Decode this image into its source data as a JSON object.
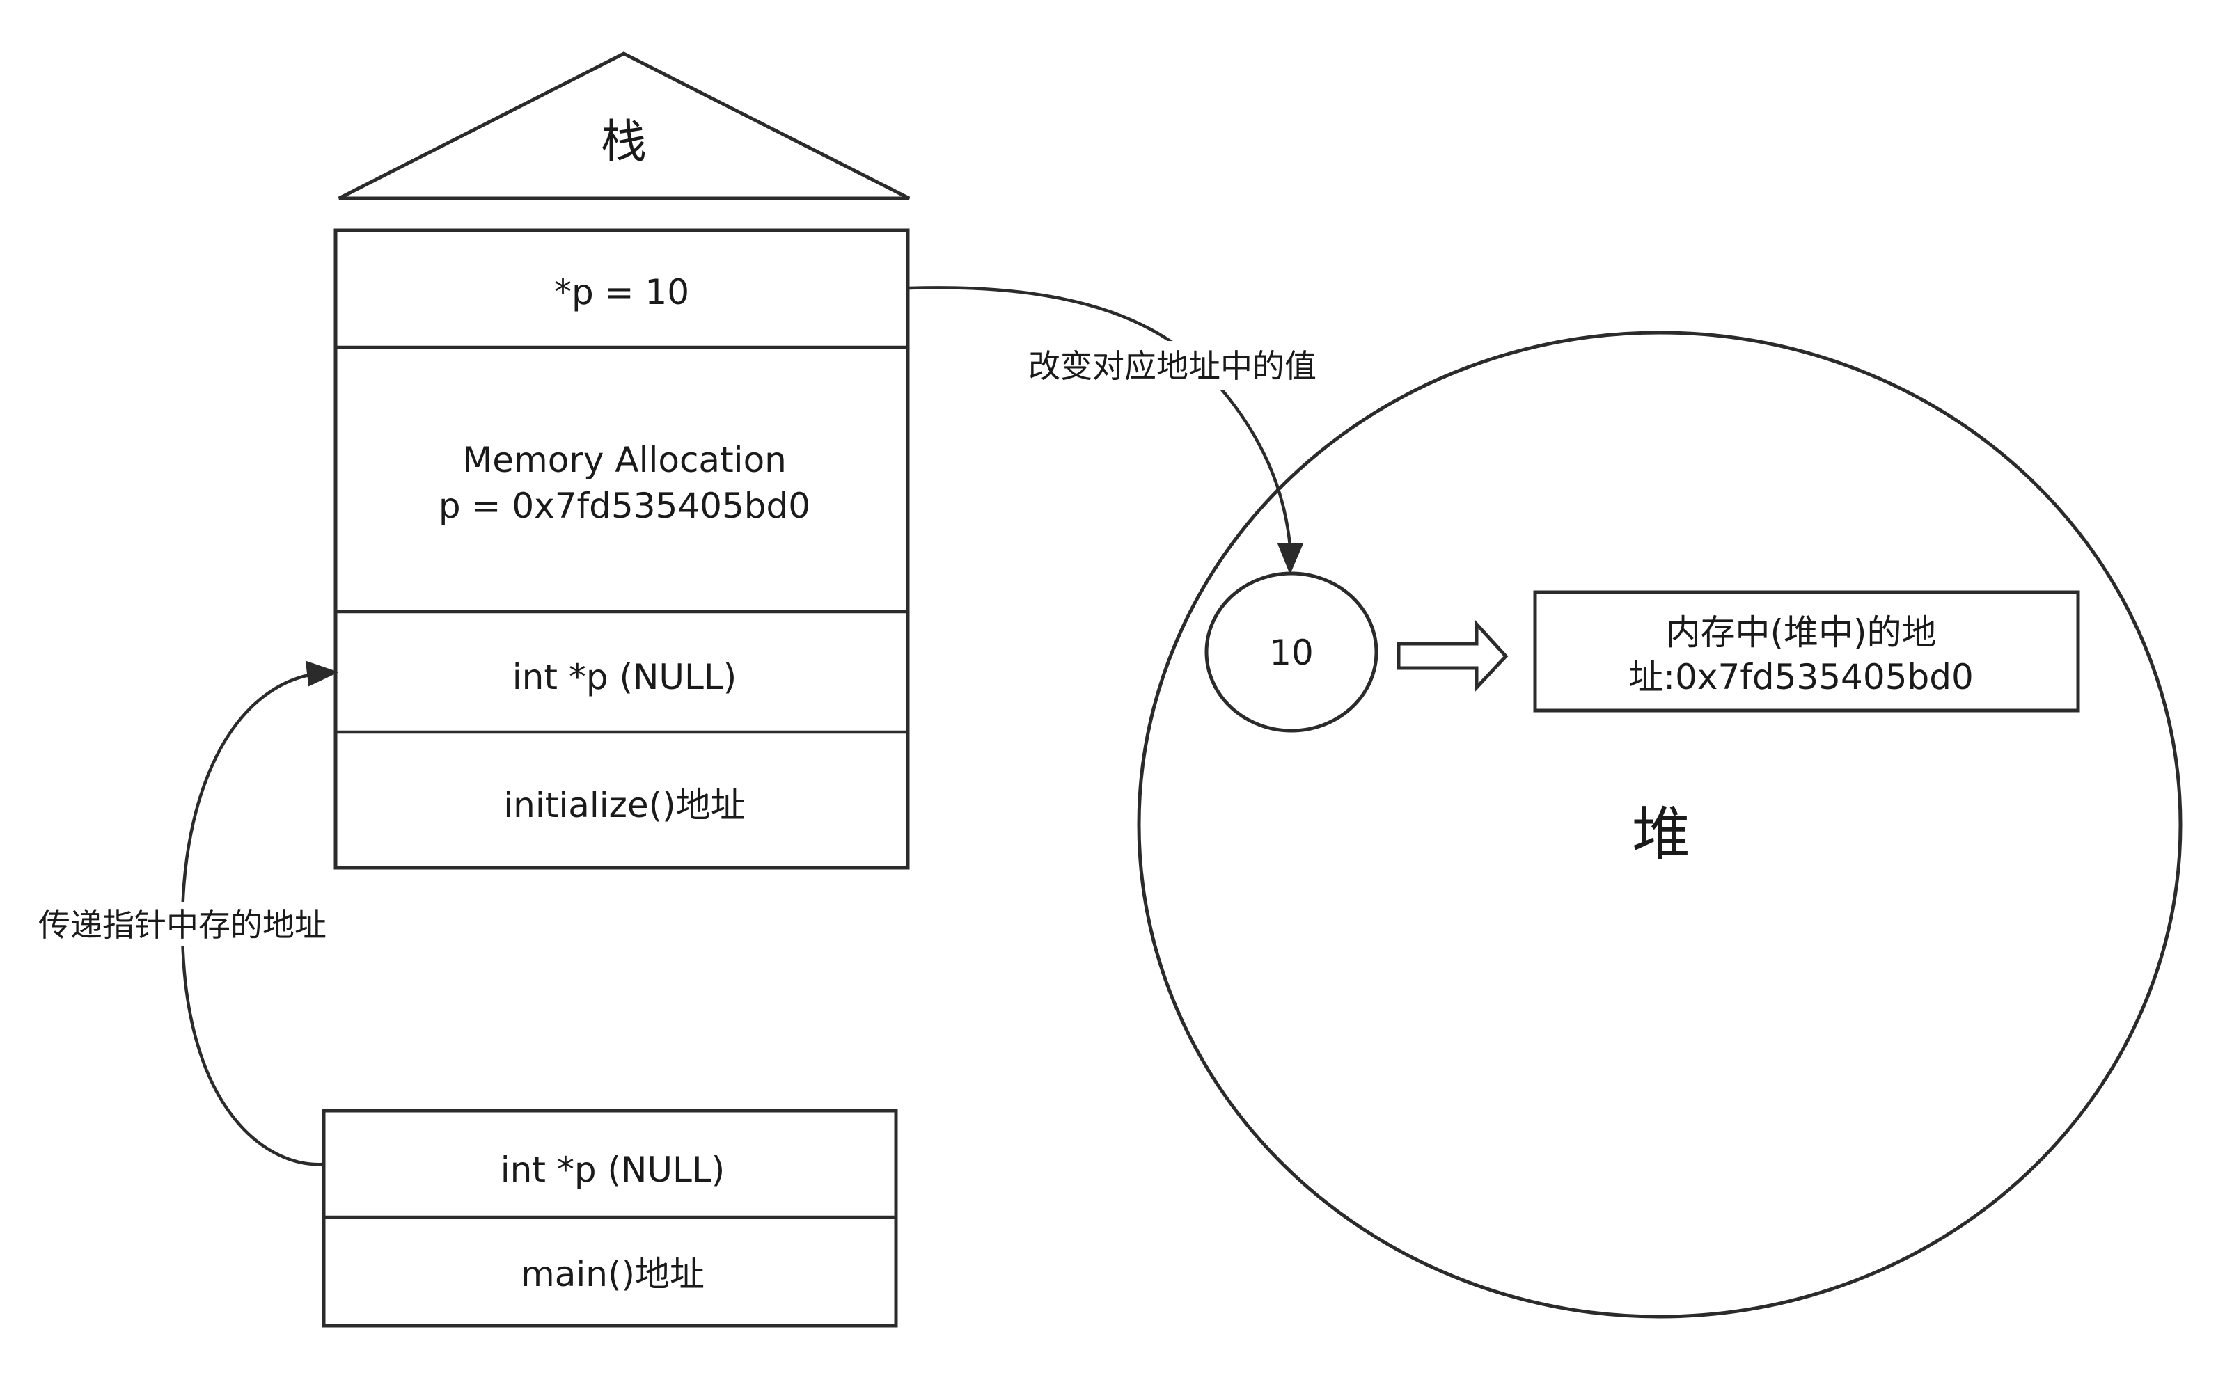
{
  "stack": {
    "title": "栈",
    "cells": [
      {
        "lines": [
          "*p = 10"
        ]
      },
      {
        "lines": [
          "Memory Allocation",
          "p = 0x7fd535405bd0"
        ]
      },
      {
        "lines": [
          "int *p (NULL)"
        ]
      },
      {
        "lines": [
          "initialize()地址"
        ]
      }
    ]
  },
  "main_frame": {
    "cells": [
      {
        "lines": [
          "int *p (NULL)"
        ]
      },
      {
        "lines": [
          "main()地址"
        ]
      }
    ]
  },
  "heap": {
    "label": "堆",
    "value": "10",
    "address_box": [
      "内存中(堆中)的地",
      "址:0x7fd535405bd0"
    ]
  },
  "arrows": {
    "change_value": "改变对应地址中的值",
    "pass_pointer": "传递指针中存的地址"
  }
}
